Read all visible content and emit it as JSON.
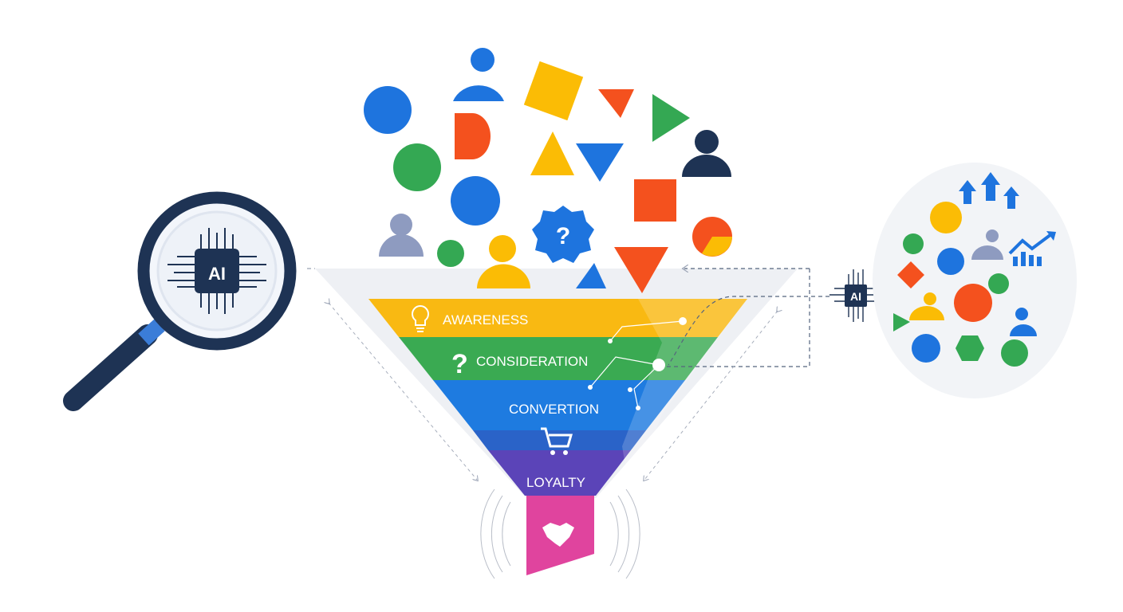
{
  "funnel": {
    "stages": [
      {
        "label": "AWARENESS",
        "color": "#F9B912",
        "icon": "lightbulb-icon"
      },
      {
        "label": "CONSIDERATION",
        "color": "#3AAA52",
        "icon": "question-mark-icon"
      },
      {
        "label": "CONVERTION",
        "color": "#1E7BE0",
        "icon": ""
      },
      {
        "label": "",
        "color": "#2A63C8",
        "icon": "shopping-cart-icon"
      },
      {
        "label": "LOYALTY",
        "color": "#5B44B8",
        "icon": ""
      },
      {
        "label": "",
        "color": "#E0449E",
        "icon": "handshake-icon"
      }
    ],
    "question_glyph": "?"
  },
  "magnifier": {
    "chip_label": "AI",
    "icon": "magnifying-glass-icon"
  },
  "ai_chip": {
    "label": "AI"
  },
  "badge": {
    "glyph": "?"
  },
  "colors": {
    "navy": "#1E3354",
    "blue": "#1E74DE",
    "green": "#34A853",
    "yellow": "#FBBC05",
    "orange": "#F4511E",
    "gray": "#8E9BC0"
  }
}
